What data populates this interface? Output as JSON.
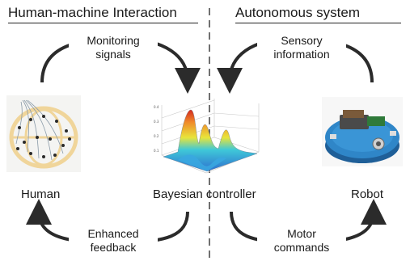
{
  "headings": {
    "left": "Human-machine Interaction",
    "right": "Autonomous system"
  },
  "nodes": {
    "human": "Human",
    "controller": "Bayesian controller",
    "robot": "Robot"
  },
  "arrows": {
    "monitoring": {
      "line1": "Monitoring",
      "line2": "signals"
    },
    "sensory": {
      "line1": "Sensory",
      "line2": "information"
    },
    "feedback": {
      "line1": "Enhanced",
      "line2": "feedback"
    },
    "motor": {
      "line1": "Motor",
      "line2": "commands"
    }
  },
  "colors": {
    "arrow": "#2b2b2b",
    "robot_body": "#2f86c8",
    "eeg_cap": "#f0d59a"
  }
}
